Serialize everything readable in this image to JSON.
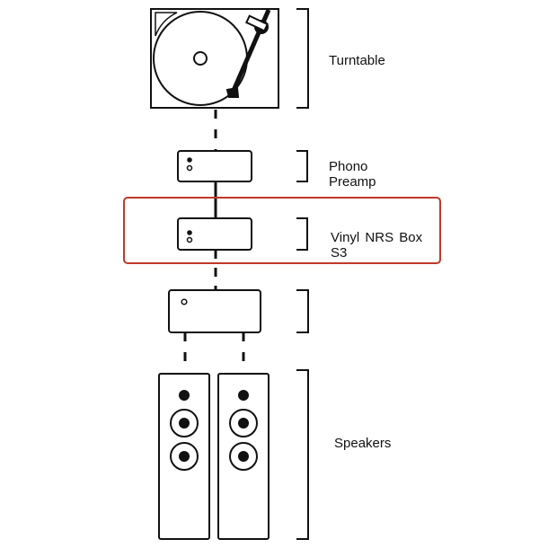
{
  "labels": {
    "turntable": "Turntable",
    "phono_line1": "Phono",
    "phono_line2": "Preamp",
    "nrs_line1": "Vinyl NRS Box",
    "nrs_line2": "S3",
    "speakers": "Speakers"
  },
  "colors": {
    "highlight": "#c0392b",
    "stroke": "#111111"
  }
}
